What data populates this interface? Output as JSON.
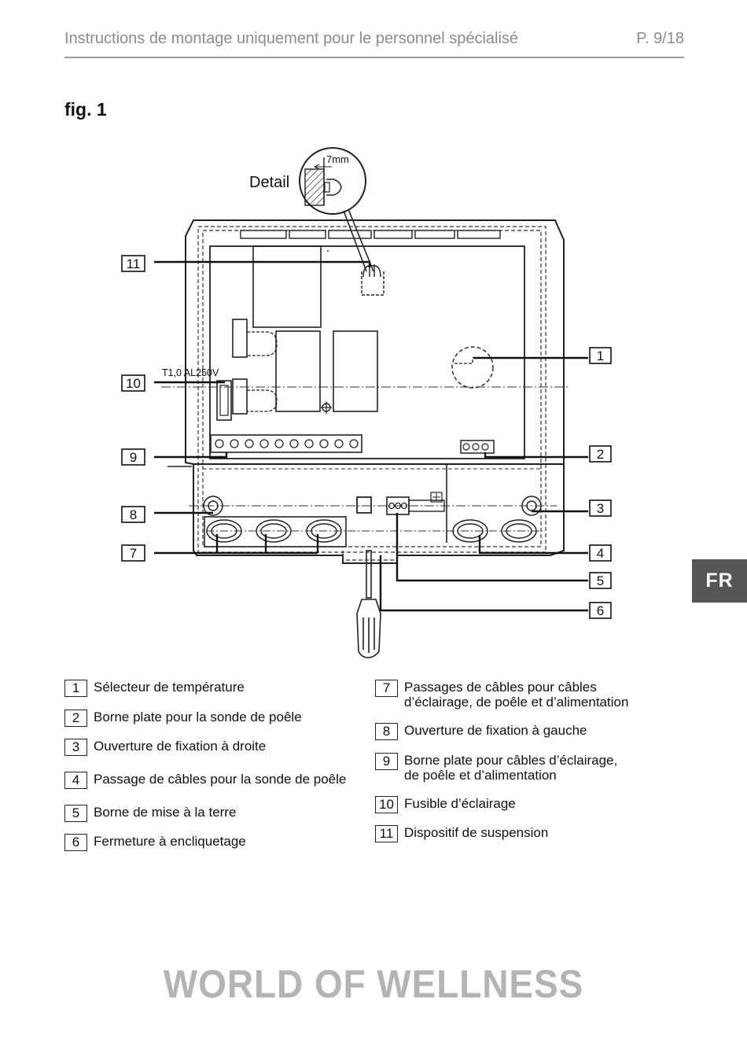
{
  "header": {
    "title": "Instructions de montage uniquement pour le personnel spécialisé",
    "page": "P. 9/18"
  },
  "figure": {
    "title": "fig. 1",
    "detail_label": "Detail",
    "detail_dimension": "7mm",
    "fuse_label": "T1,0 AL250V",
    "callouts": [
      "1",
      "2",
      "3",
      "4",
      "5",
      "6",
      "7",
      "8",
      "9",
      "10",
      "11"
    ]
  },
  "legend": [
    {
      "num": "1",
      "text": "Sélecteur de température"
    },
    {
      "num": "2",
      "text": "Borne plate pour la sonde de poêle"
    },
    {
      "num": "3",
      "text": "Ouverture de fixation à droite"
    },
    {
      "num": "4",
      "text": "Passage de câbles pour la sonde de poêle"
    },
    {
      "num": "5",
      "text": "Borne de mise à la terre"
    },
    {
      "num": "6",
      "text": "Fermeture à encliquetage"
    },
    {
      "num": "7",
      "text": "Passages de câbles pour câbles\nd’éclairage, de poêle et d’alimentation"
    },
    {
      "num": "8",
      "text": "Ouverture de fixation à gauche"
    },
    {
      "num": "9",
      "text": "Borne plate pour câbles d’éclairage,\nde poêle et d’alimentation"
    },
    {
      "num": "10",
      "text": "Fusible d’éclairage"
    },
    {
      "num": "11",
      "text": "Dispositif de suspension"
    }
  ],
  "language_tab": "FR",
  "footer": {
    "brand": "WORLD OF WELLNESS"
  }
}
